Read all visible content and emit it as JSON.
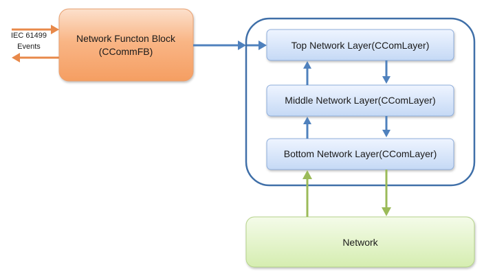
{
  "events": {
    "line1": "IEC 61499",
    "line2": "Events"
  },
  "function_block": {
    "line1": "Network Functon Block",
    "line2": "(CCommFB)"
  },
  "layers": {
    "top": "Top Network Layer(CComLayer)",
    "middle": "Middle Network Layer(CComLayer)",
    "bottom": "Bottom Network Layer(CComLayer)"
  },
  "network": {
    "label": "Network"
  },
  "colors": {
    "orange_arrow": "#E8894A",
    "blue_arrow": "#4F81BD",
    "green_arrow": "#9BBB59",
    "group_border": "#3F6FA8"
  }
}
